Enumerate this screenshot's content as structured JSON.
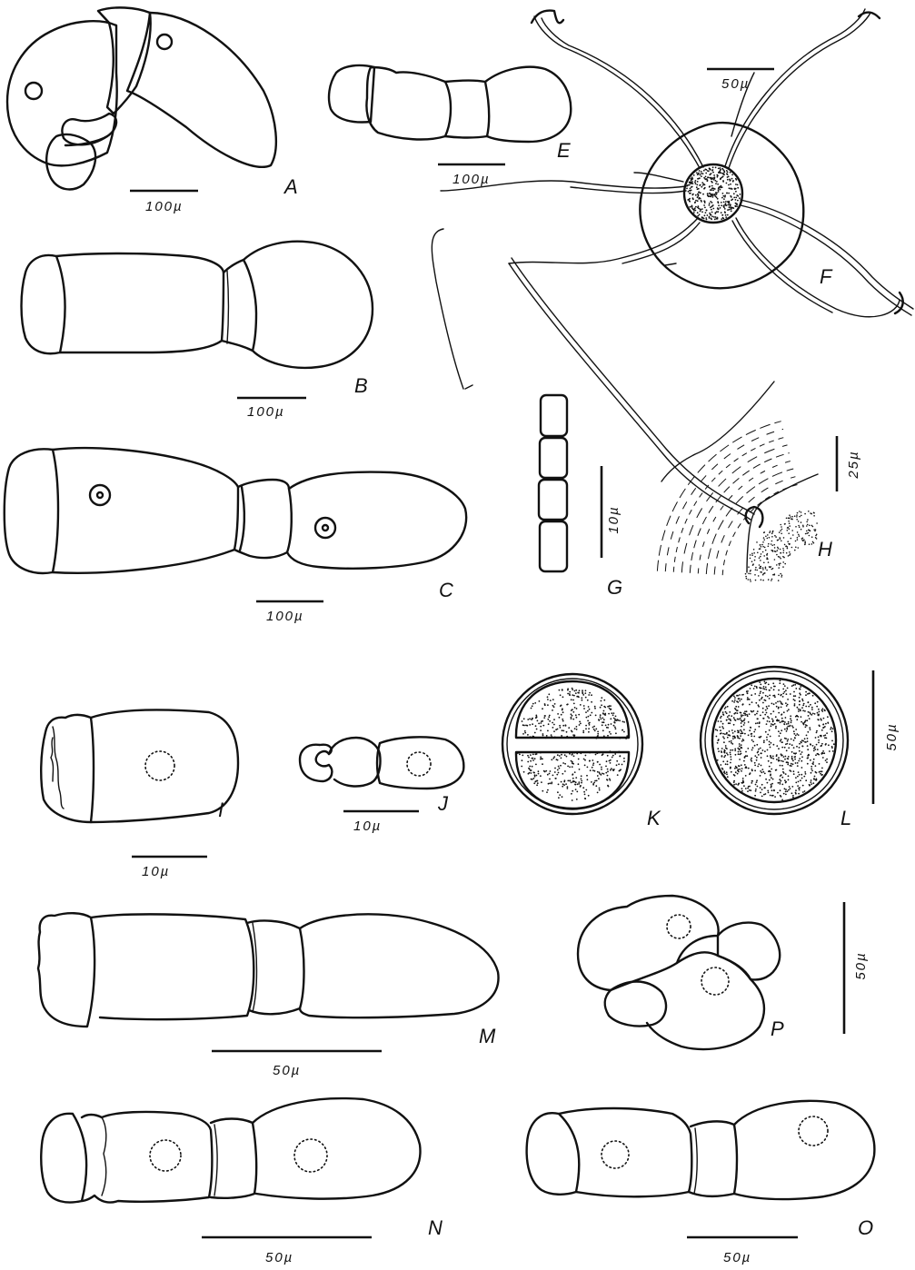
{
  "figure_labels": {
    "A": "A",
    "B": "B",
    "C": "C",
    "E": "E",
    "F": "F",
    "G": "G",
    "H": "H",
    "I": "I",
    "J": "J",
    "K": "K",
    "L": "L",
    "M": "M",
    "N": "N",
    "O": "O",
    "P": "P"
  },
  "scale_bars": {
    "A": "100µ",
    "B": "100µ",
    "C": "100µ",
    "E": "100µ",
    "F": "50µ",
    "G": "10µ",
    "H": "25µ",
    "I": "10µ",
    "J": "10µ",
    "KL": "50µ",
    "M": "50µ",
    "N": "50µ",
    "O": "50µ",
    "P": "50µ"
  }
}
